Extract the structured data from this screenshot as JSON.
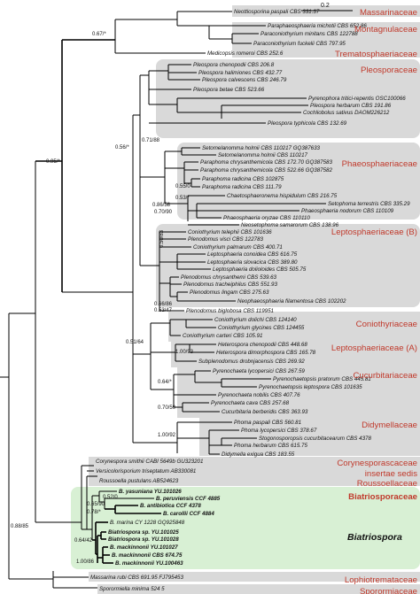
{
  "scale_bar": {
    "label": "0.2"
  },
  "colors": {
    "family_label": "#c0392b",
    "box_grey": "#d9d9d9",
    "box_green": "#d8f0d4",
    "branch": "#000000"
  },
  "families": [
    "Massarinaceae",
    "Montagnulaceae",
    "Trematosphaeriaceae",
    "Pleosporaceae",
    "Phaeosphaeriaceae",
    "Leptosphaeriaceae (B)",
    "Coniothyriaceae",
    "Leptosphaeriaceae (A)",
    "Cucurbitariaceae",
    "Didymellaceae",
    "Corynesporascaceae",
    "insertae sedis",
    "Roussoellaceae",
    "Biatriosporaceae",
    "Lophiotremataceae",
    "Sporormiaceae"
  ],
  "genus_label": "Biatriospora",
  "support_values": [
    "0.67/*",
    "0.95/*",
    "0.56/*",
    "0.71/88",
    "0.55/0",
    "0.53/*",
    "0.86/58",
    "0.70/90",
    "0.50/83",
    "0.66/86",
    "0.53/47",
    "0.51/64",
    "1.00/93",
    "0.64/*",
    "0.70/50",
    "1.00/92",
    "0.88/85",
    "0.52/0",
    "0.65/90",
    "0.78/*",
    "0.64/42",
    "1.00/86"
  ],
  "taxa": [
    "Neottiosporina paspali CBS 331.37",
    "Paraphaeosphaeria michotii CBS 652.86",
    "Paraconiothyrium minitans CBS 122788",
    "Paraconiothyrium fuckelii CBS 797.95",
    "Medicopsis romeroi CBS 252.6",
    "Pleospora chenopodii CBS 206.8",
    "Pleospora halimiones CBS 432.77",
    "Pleospora calvescens CBS 246.79",
    "Pleospora betae CBS 523.66",
    "Pyrenophora tritici-repentis OSC100066",
    "Pleospora herbarum CBS 191.86",
    "Cochliobolus sativus DAOM226212",
    "Pleospora typhicola CBS 132.69",
    "Setomelanomma holmii CBS 110217 GQ387633",
    "Setomelanomma holmii CBS 110217",
    "Paraphoma chrysanthemicola CBS 172.70 GQ387583",
    "Paraphoma chrysanthemicola CBS 522.66 GQ387582",
    "Paraphoma radicina CBS 102875",
    "Paraphoma radicina CBS 111.79",
    "Chaetosphaeronema hispidulum CBS 216.75",
    "Setophoma terrestris CBS 335.29",
    "Phaeosphaeria nodorum CBS 110109",
    "Phaeosphaeria oryzae CBS 110110",
    "Neosetophoma samarorum CBS 138.96",
    "Coniothyrium telephii CBS 101636",
    "Plenodomus visci CBS 122783",
    "Coniothyrium palmarum CBS 400.71",
    "Leptosphaeria conoidea CBS 616.75",
    "Leptosphaeria slovacica CBS 389.80",
    "Leptosphaeria dolioloides CBS 505.75",
    "Plenodomus chrysanthemi CBS 539.63",
    "Plenodomus tracheiphilus CBS 551.93",
    "Plenodomus lingam CBS 275.63",
    "Neophaeosphaeria filamentosa CBS 102202",
    "Plenodomus biglobosa CBS 119951",
    "Coniothyrium dolichi CBS 124140",
    "Coniothyrium glycines CBS 124455",
    "Coniothyrium carteri CBS 105.91",
    "Heterospora chenopodii CBS 448.68",
    "Heterospora dimorphospora CBS 165.78",
    "Subplenodomus drobnjacensis CBS 269.92",
    "Pyrenochaeta lycopersici CBS 267.59",
    "Pyrenochaetopsis pratorum CBS 445.81",
    "Pyrenochaetopsis leptospora CBS 101635",
    "Pyrenochaeta nobilis CBS 407.76",
    "Pyrenochaeta cava CBS 257.68",
    "Cucurbitaria berberidis CBS 363.93",
    "Phoma paspali CBS 560.81",
    "Phoma lycopersici CBS 378.67",
    "Stogonosporopsis cucurbitacearum CBS 4378",
    "Phoma herbarum CBS 615.75",
    "Didymella exigua CBS 183.55",
    "Corynespora smithii CABI 5649b GU323201",
    "Versicolorisporium triseptatum AB330081",
    "Roussoella pustulans AB524623",
    "B. yasuniana YU.101026",
    "B. peruviensis CCF 4885",
    "B. antibiotica CCF 4378",
    "B. carollii CCF 4884",
    "B. marina CY 1228 GQ925848",
    "Biatriospora sp. YU.101025",
    "Biatriospora sp. YU.101028",
    "B. mackinnonii YU.101027",
    "B. mackinnonii CBS 674.75",
    "B. mackinnonii YU.100463",
    "Massarina rubi CBS 691.95 FJ795453",
    "Sporormiella minima 524 5"
  ]
}
